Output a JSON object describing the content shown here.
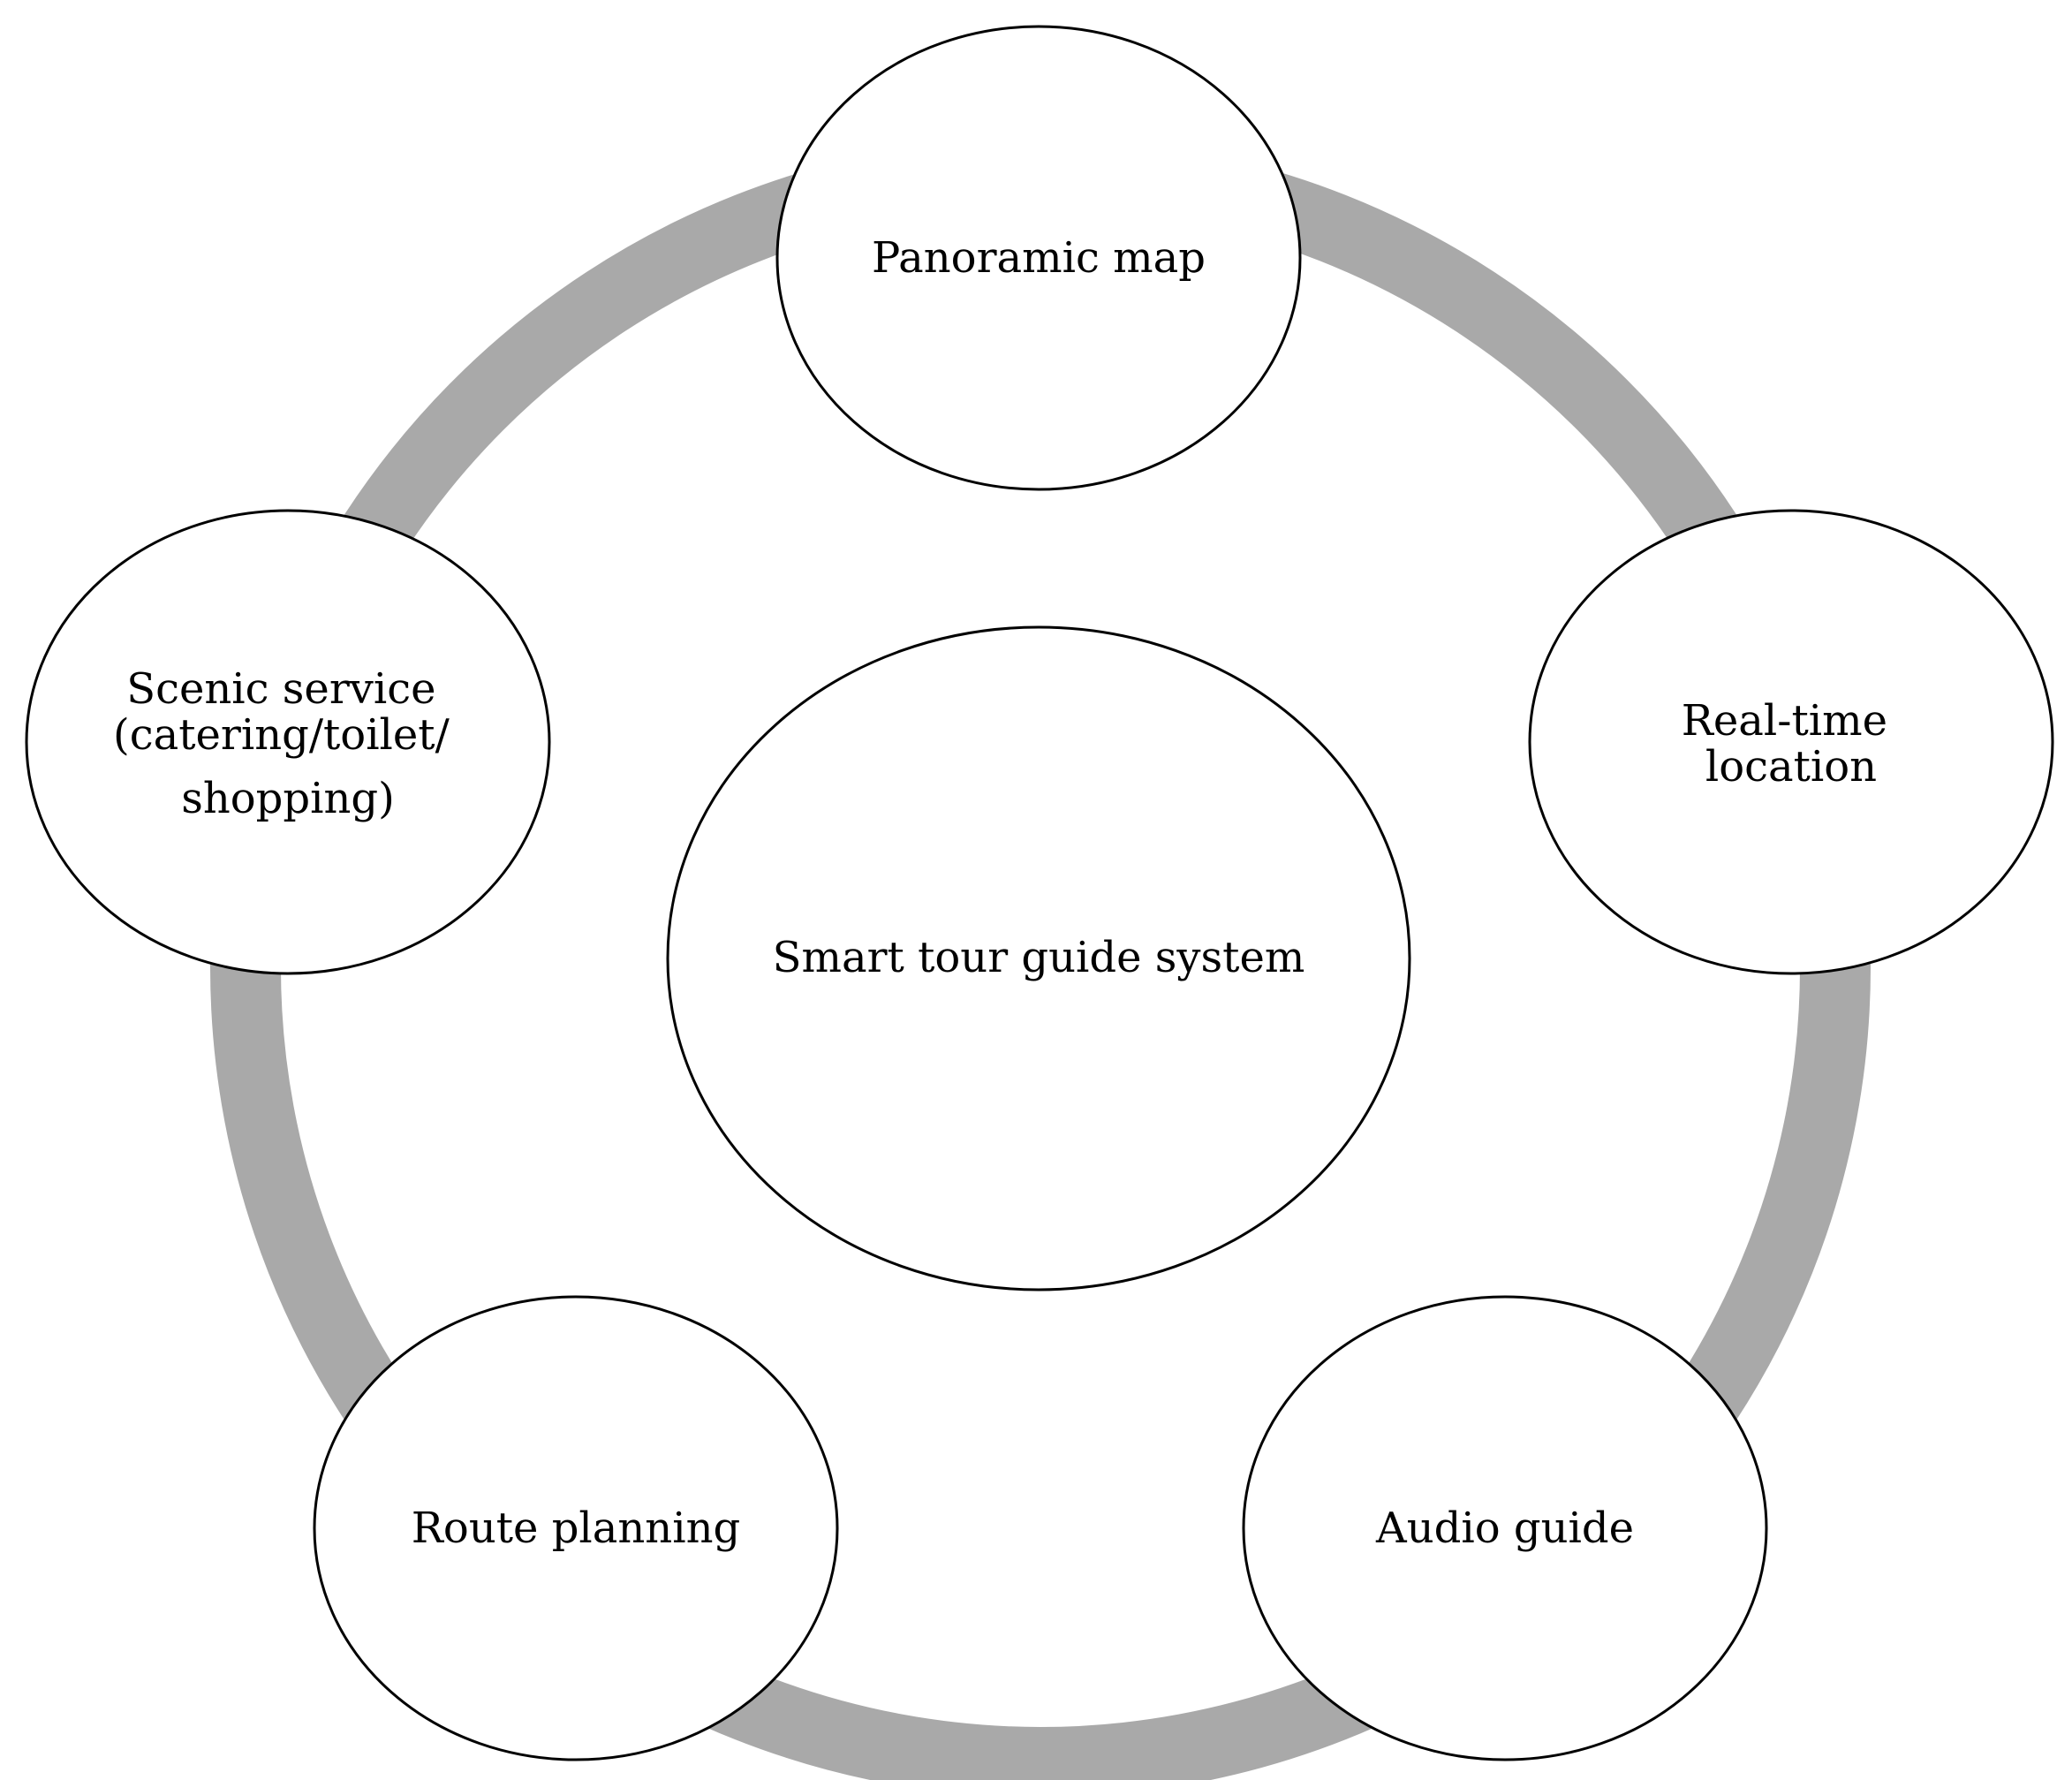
{
  "diagram": {
    "colors": {
      "ring": "#a9a9a9",
      "node_fill": "#ffffff",
      "node_stroke": "#000000",
      "background": "#ffffff"
    },
    "center": {
      "label": "Smart tour guide system"
    },
    "nodes": [
      {
        "id": "panoramic-map",
        "lines": [
          "Panoramic map"
        ]
      },
      {
        "id": "real-time-location",
        "lines": [
          "Real-time",
          "location"
        ]
      },
      {
        "id": "audio-guide",
        "lines": [
          "Audio guide"
        ]
      },
      {
        "id": "route-planning",
        "lines": [
          "Route planning"
        ]
      },
      {
        "id": "scenic-service",
        "lines": [
          "Scenic service",
          "(catering/toilet/",
          "shopping)"
        ]
      }
    ]
  }
}
